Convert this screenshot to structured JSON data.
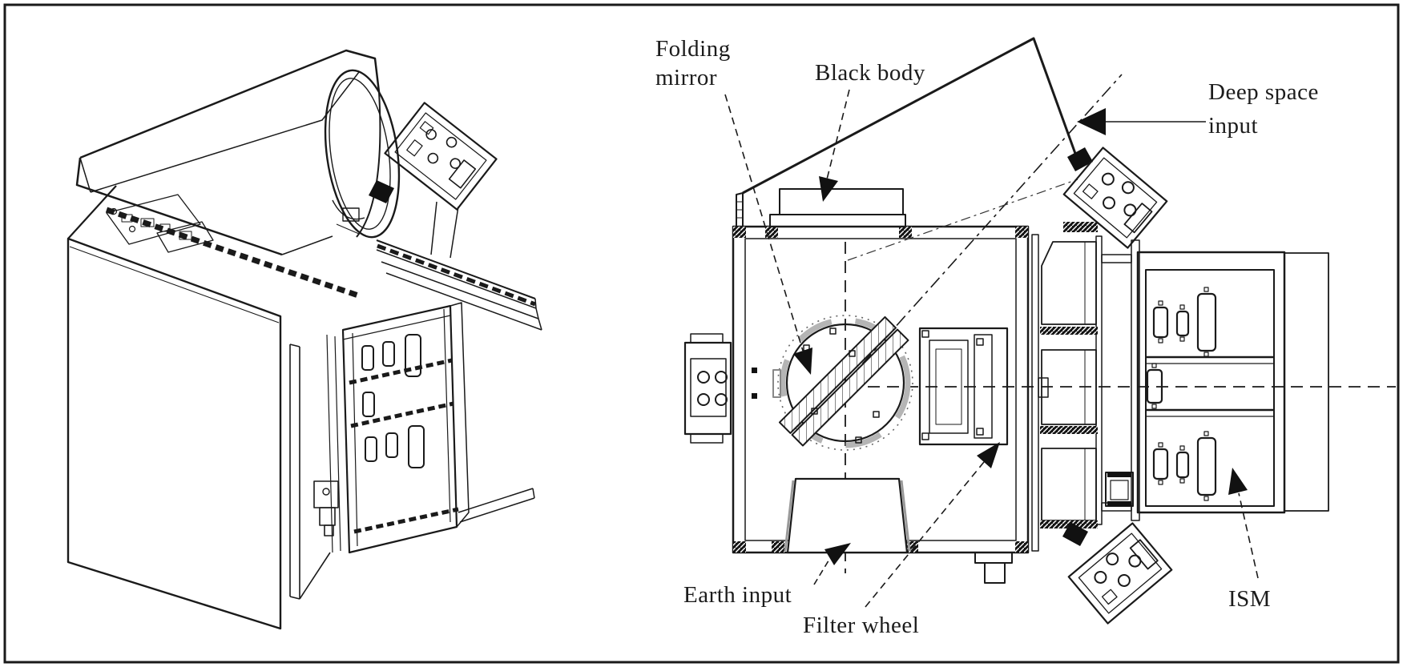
{
  "figure": {
    "labels": {
      "folding_mirror": {
        "line1": "Folding",
        "line2": "mirror"
      },
      "black_body": "Black body",
      "deep_space_input": {
        "line1": "Deep space",
        "line2": "input"
      },
      "earth_input": "Earth input",
      "filter_wheel": "Filter wheel",
      "ism": "ISM"
    },
    "colors": {
      "ink": "#1a1a1a",
      "background": "#ffffff",
      "border": "#000000"
    }
  }
}
